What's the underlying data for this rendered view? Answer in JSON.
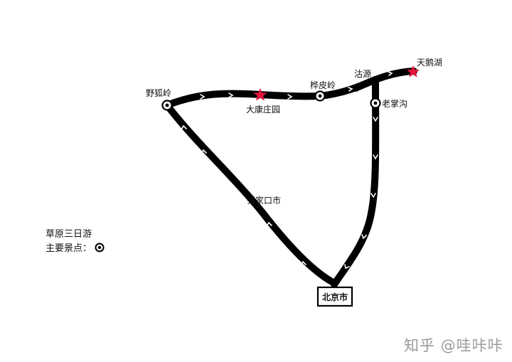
{
  "places": {
    "yehuling": "野狐岭",
    "dakang": "大康庄园",
    "huapiling": "桦皮岭",
    "guyuan": "沽源",
    "tianehu": "天鹅湖",
    "laozhanggou": "老掌沟",
    "zhangjiakou": "张家口市",
    "beijing": "北京市"
  },
  "legend": {
    "title": "草原三日游",
    "main_spots": "主要景点：",
    "icon": "ring-dot-icon"
  },
  "watermark": "知乎 @哇咔咔",
  "colors": {
    "route": "#000000",
    "star": "#e0173c",
    "arrow": "#ffffff"
  }
}
